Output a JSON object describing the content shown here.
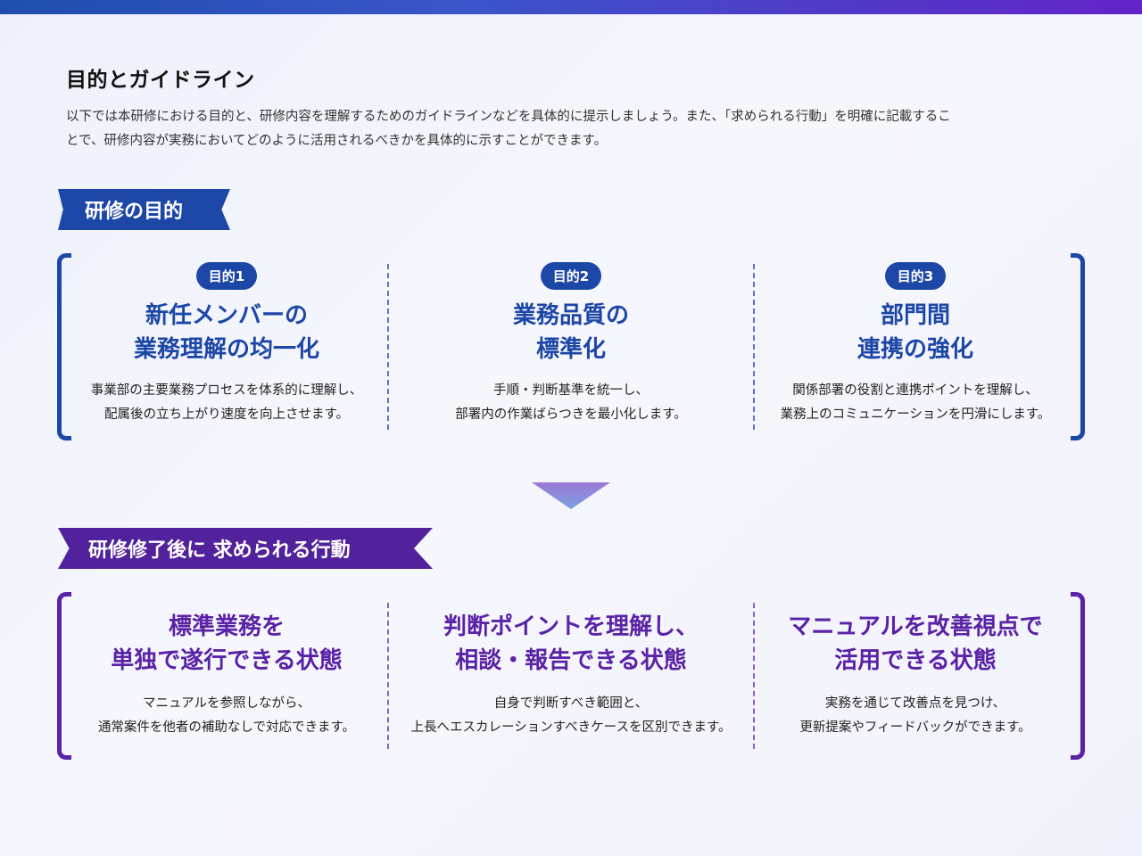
{
  "page": {
    "title": "目的とガイドライン",
    "intro_line1": "以下では本研修における目的と、研修内容を理解するためのガイドラインなどを具体的に提示しましょう。また、「求められる行動」を明確に記載するこ",
    "intro_line2": "とで、研修内容が実務においてどのように活用されるべきかを具体的に示すことができます。"
  },
  "purpose_section": {
    "label": "研修の目的",
    "cards": [
      {
        "badge": "目的1",
        "title_line1": "新任メンバーの",
        "title_line2": "業務理解の均一化",
        "desc_line1": "事業部の主要業務プロセスを体系的に理解し、",
        "desc_line2": "配属後の立ち上がり速度を向上させます。"
      },
      {
        "badge": "目的2",
        "title_line1": "業務品質の",
        "title_line2": "標準化",
        "desc_line1": "手順・判断基準を統一し、",
        "desc_line2": "部署内の作業ばらつきを最小化します。"
      },
      {
        "badge": "目的3",
        "title_line1": "部門間",
        "title_line2": "連携の強化",
        "desc_line1": "関係部署の役割と連携ポイントを理解し、",
        "desc_line2": "業務上のコミュニケーションを円滑にします。"
      }
    ]
  },
  "behavior_section": {
    "label": "研修修了後に 求められる行動",
    "cards": [
      {
        "title_line1": "標準業務を",
        "title_line2": "単独で遂行できる状態",
        "desc_line1": "マニュアルを参照しながら、",
        "desc_line2": "通常案件を他者の補助なしで対応できます。"
      },
      {
        "title_line1": "判断ポイントを理解し、",
        "title_line2": "相談・報告できる状態",
        "desc_line1": "自身で判断すべき範囲と、",
        "desc_line2": "上長へエスカレーションすべきケースを区別できます。"
      },
      {
        "title_line1": "マニュアルを改善視点で",
        "title_line2": "活用できる状態",
        "desc_line1": "実務を通じて改善点を見つけ、",
        "desc_line2": "更新提案やフィードバックができます。"
      }
    ]
  },
  "colors": {
    "primary_blue": "#1d47a6",
    "primary_purple": "#5a22a6"
  }
}
